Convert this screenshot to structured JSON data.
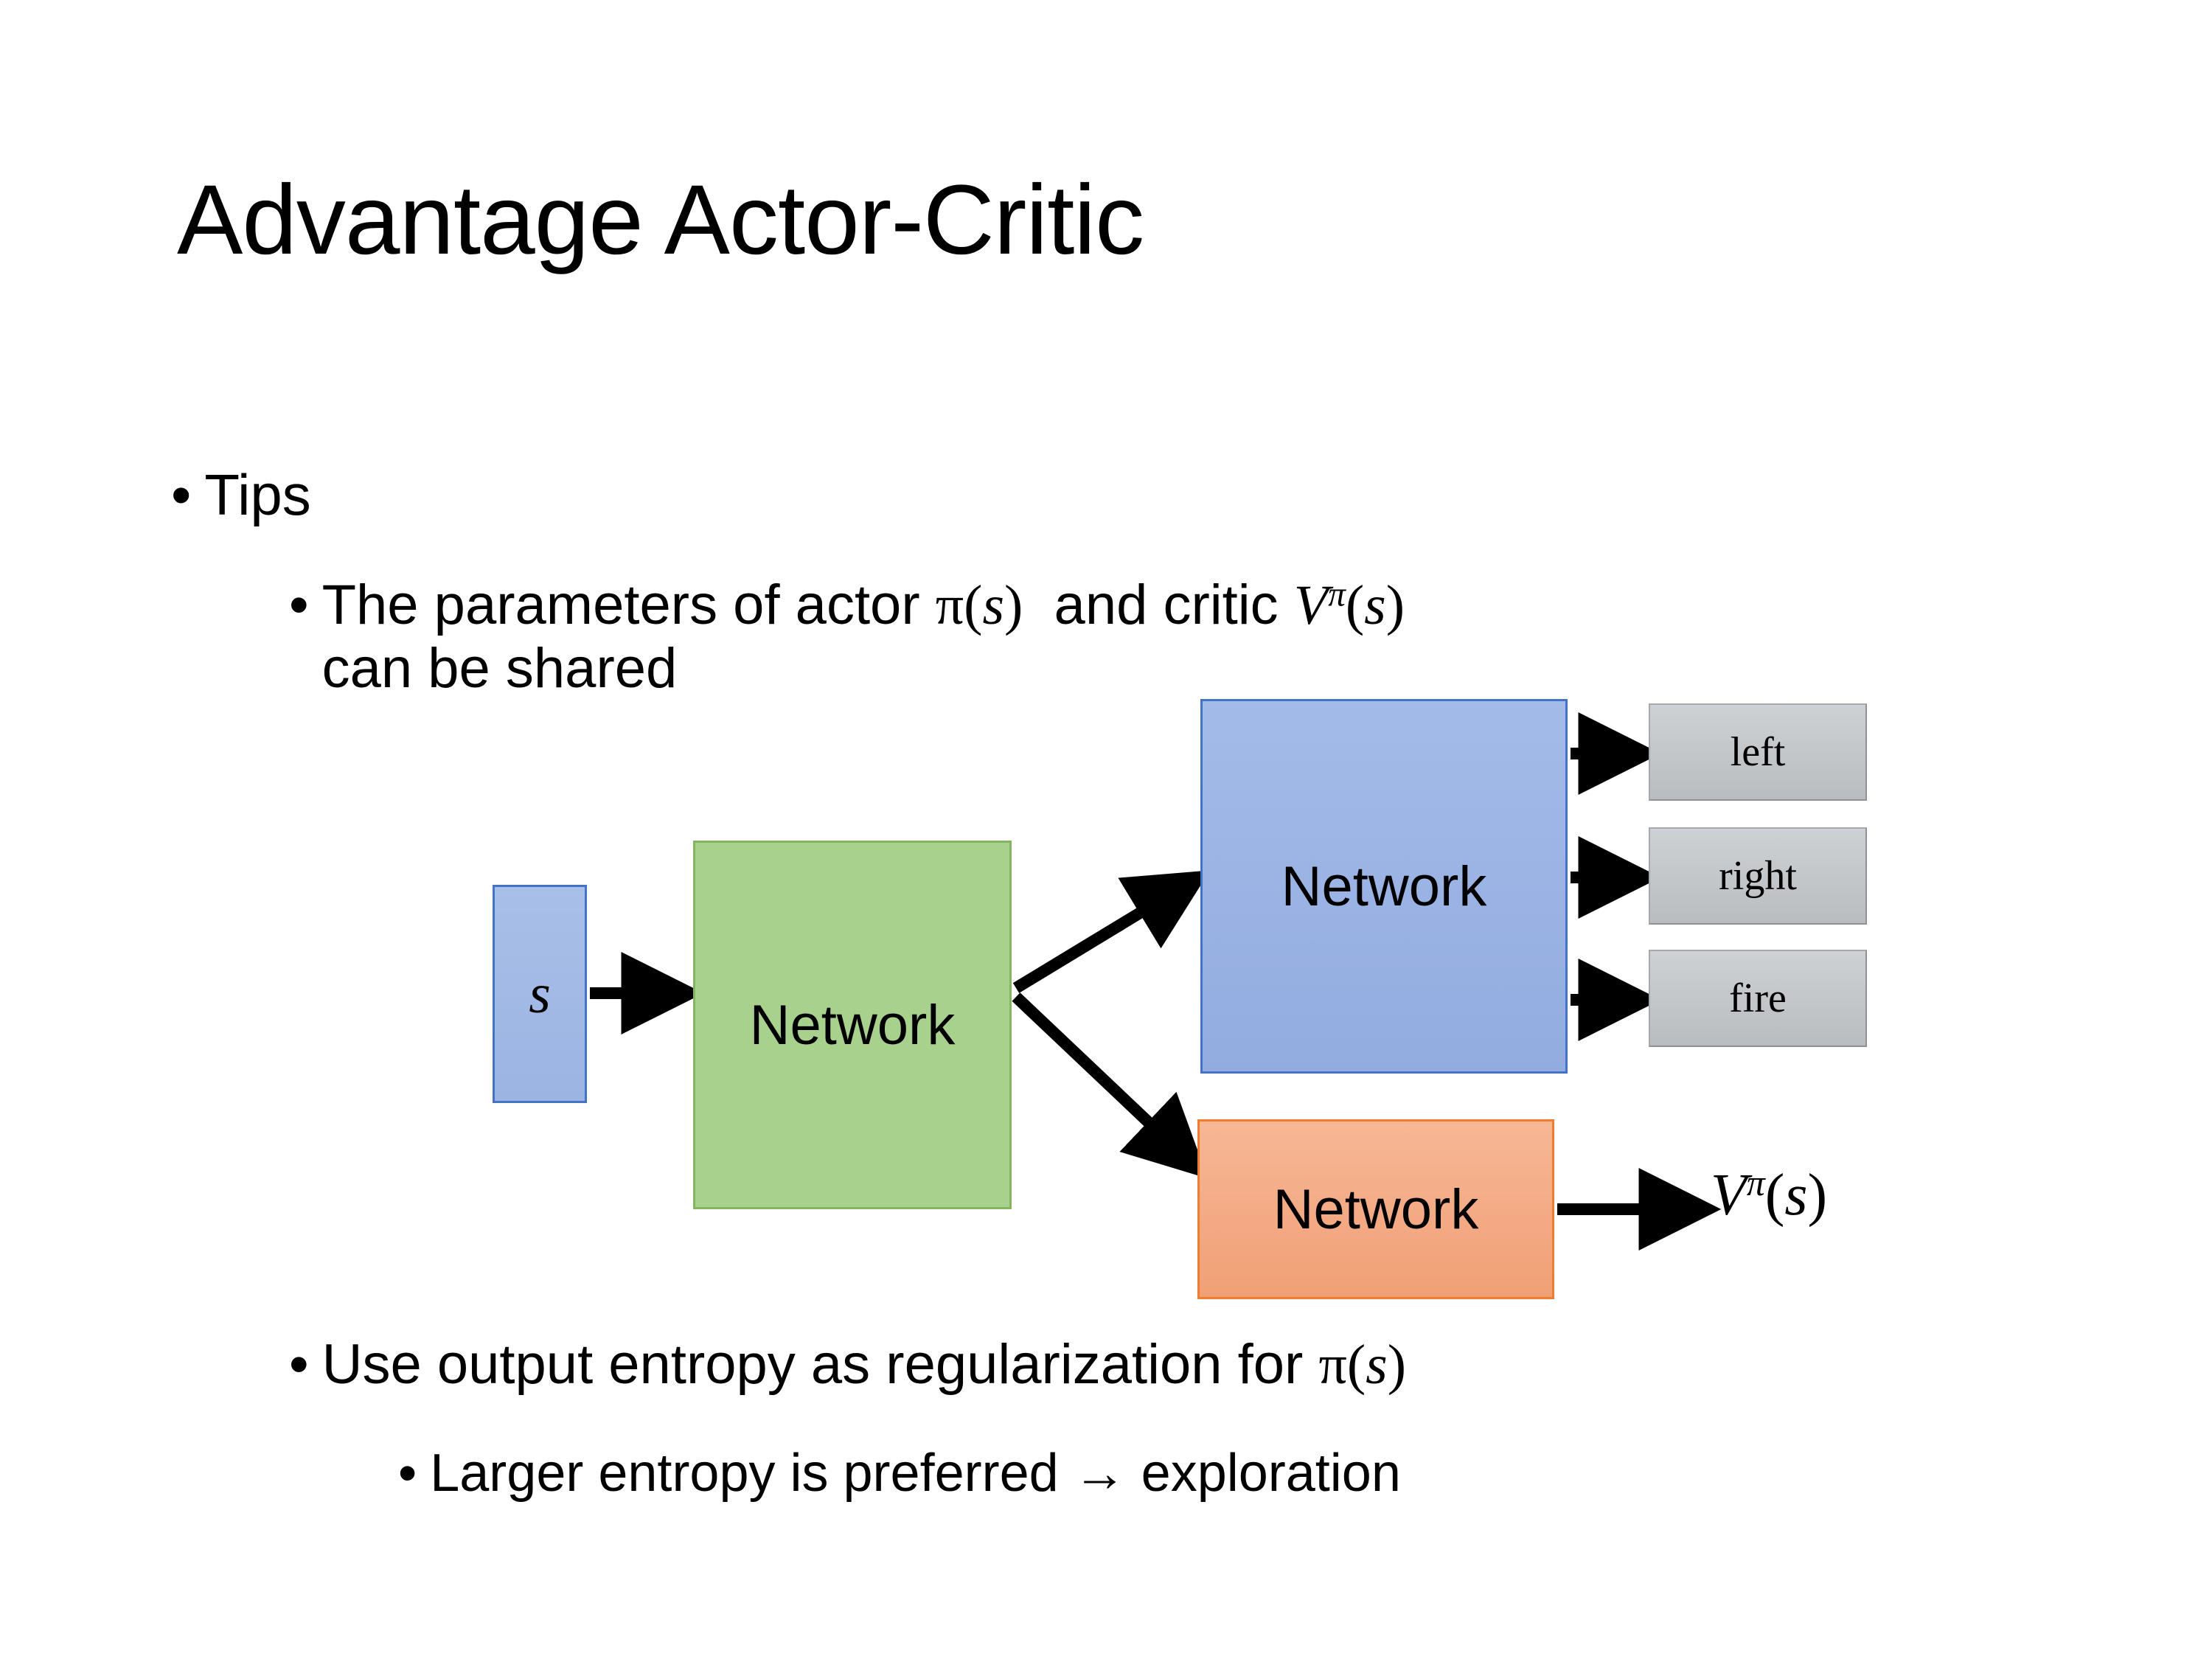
{
  "slide": {
    "title": "Advantage Actor-Critic",
    "background_color": "#ffffff",
    "text_color": "#000000"
  },
  "bullets": {
    "tips": {
      "marker": "•",
      "text": "Tips"
    },
    "shared": {
      "marker": "•",
      "text_before_pi": "The parameters of actor ",
      "pi_open": "π(",
      "pi_arg": "s",
      "pi_close": ")",
      "text_mid": "  and critic ",
      "v_symbol": "V",
      "v_sup": "π",
      "v_open": "(",
      "v_arg": "s",
      "v_close": ")",
      "second_line": "can be shared"
    },
    "entropy": {
      "marker": "•",
      "text_before_pi": "Use output entropy as regularization for ",
      "pi_open": "π(",
      "pi_arg": "s",
      "pi_close": ")"
    },
    "larger": {
      "marker": "•",
      "text": "Larger entropy is preferred → exploration"
    }
  },
  "diagram": {
    "state_box": {
      "label": "s",
      "fill": "#9cb4e2",
      "border": "#4472c4"
    },
    "shared_network": {
      "label": "Network",
      "fill": "#a9d18e",
      "border": "#86b561"
    },
    "actor_network": {
      "label": "Network",
      "fill": "#9cb4e2",
      "border": "#4472c4"
    },
    "critic_network": {
      "label": "Network",
      "fill": "#f4a981",
      "border": "#ed7d31"
    },
    "actions": [
      {
        "label": "left",
        "fill": "#c3c7ca",
        "border": "#a5a9ac"
      },
      {
        "label": "right",
        "fill": "#c3c7ca",
        "border": "#a5a9ac"
      },
      {
        "label": "fire",
        "fill": "#c3c7ca",
        "border": "#a5a9ac"
      }
    ],
    "value_output": {
      "symbol": "V",
      "superscript": "π",
      "open": "(",
      "arg": "s",
      "close": ")"
    },
    "arrow_color": "#000000"
  }
}
